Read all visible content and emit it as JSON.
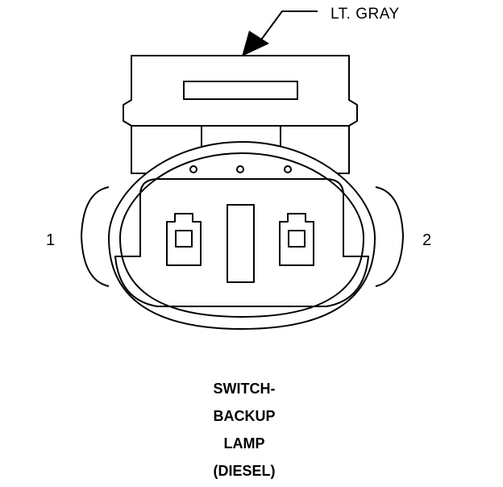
{
  "wire_color_label": "LT. GRAY",
  "pins": [
    {
      "label": "1"
    },
    {
      "label": "2"
    }
  ],
  "caption_lines": [
    "SWITCH-",
    "BACKUP",
    "LAMP",
    "(DIESEL)"
  ],
  "colors": {
    "stroke": "#000000",
    "fill": "#ffffff"
  }
}
